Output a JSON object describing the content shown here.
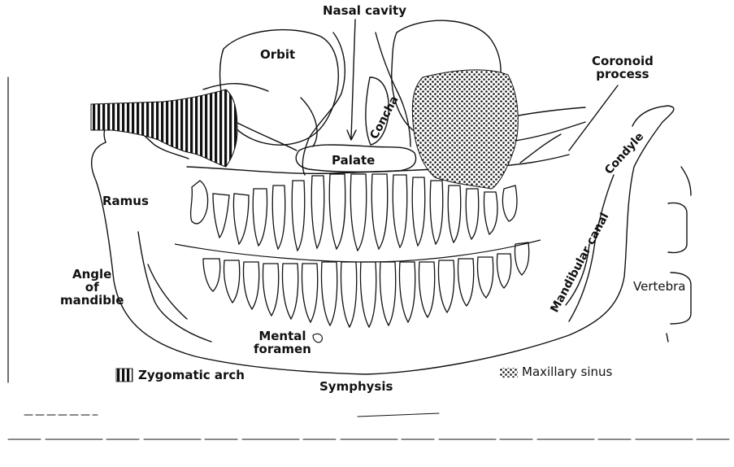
{
  "labels": {
    "nasal_cavity": "Nasal cavity",
    "orbit": "Orbit",
    "coronoid_process": "Coronoid\nprocess",
    "concha": "Concha",
    "palate": "Palate",
    "condyle": "Condyle",
    "ramus": "Ramus",
    "mandibular_canal": "Mandibular canal",
    "angle_of_mandible": "Angle\nof\nmandible",
    "vertebra": "Vertebra",
    "mental_foramen": "Mental\nforamen",
    "symphysis": "Symphysis"
  },
  "legend": {
    "zygomatic_arch": "Zygomatic arch",
    "maxillary_sinus": "Maxillary sinus"
  }
}
